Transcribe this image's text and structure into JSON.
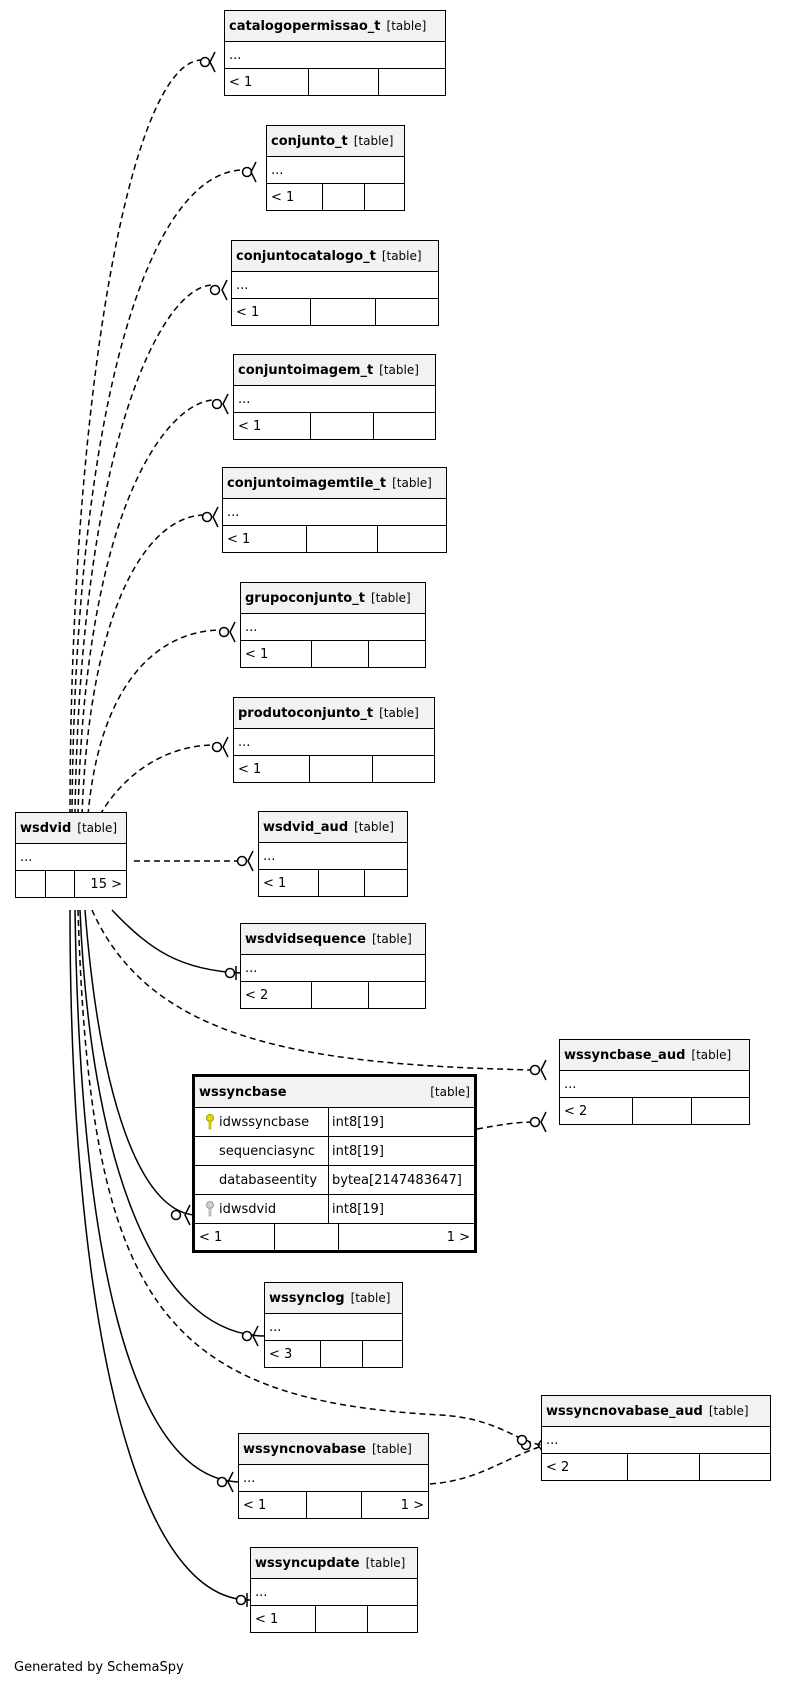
{
  "footer": "Generated by SchemaSpy",
  "type_label": "[table]",
  "ellipsis": "...",
  "tables": {
    "catalogopermissao_t": {
      "name": "catalogopermissao_t",
      "foot": [
        "< 1",
        "",
        ""
      ]
    },
    "conjunto_t": {
      "name": "conjunto_t",
      "foot": [
        "< 1",
        "",
        ""
      ]
    },
    "conjuntocatalogo_t": {
      "name": "conjuntocatalogo_t",
      "foot": [
        "< 1",
        "",
        ""
      ]
    },
    "conjuntoimagem_t": {
      "name": "conjuntoimagem_t",
      "foot": [
        "< 1",
        "",
        ""
      ]
    },
    "conjuntoimagemtile_t": {
      "name": "conjuntoimagemtile_t",
      "foot": [
        "< 1",
        "",
        ""
      ]
    },
    "grupoconjunto_t": {
      "name": "grupoconjunto_t",
      "foot": [
        "< 1",
        "",
        ""
      ]
    },
    "produtoconjunto_t": {
      "name": "produtoconjunto_t",
      "foot": [
        "< 1",
        "",
        ""
      ]
    },
    "wsdvid": {
      "name": "wsdvid",
      "foot": [
        "",
        "",
        "15 >"
      ]
    },
    "wsdvid_aud": {
      "name": "wsdvid_aud",
      "foot": [
        "< 1",
        "",
        ""
      ]
    },
    "wsdvidsequence": {
      "name": "wsdvidsequence",
      "foot": [
        "< 2",
        "",
        ""
      ]
    },
    "wssyncbase_aud": {
      "name": "wssyncbase_aud",
      "foot": [
        "< 2",
        "",
        ""
      ]
    },
    "wssynclog": {
      "name": "wssynclog",
      "foot": [
        "< 3",
        "",
        ""
      ]
    },
    "wssyncnovabase_aud": {
      "name": "wssyncnovabase_aud",
      "foot": [
        "< 2",
        "",
        ""
      ]
    },
    "wssyncnovabase": {
      "name": "wssyncnovabase",
      "foot": [
        "< 1",
        "",
        "1 >"
      ]
    },
    "wssyncupdate": {
      "name": "wssyncupdate",
      "foot": [
        "< 1",
        "",
        ""
      ]
    }
  },
  "focus": {
    "name": "wssyncbase",
    "columns": [
      {
        "name": "idwssyncbase",
        "type": "int8[19]",
        "key": "primary"
      },
      {
        "name": "sequenciasync",
        "type": "int8[19]",
        "key": ""
      },
      {
        "name": "databaseentity",
        "type": "bytea[2147483647]",
        "key": ""
      },
      {
        "name": "idwsdvid",
        "type": "int8[19]",
        "key": "foreign"
      }
    ],
    "foot": [
      "< 1",
      "",
      "1 >"
    ]
  },
  "colors": {
    "primary_key": "#e6d800",
    "foreign_key": "#9a9a9a",
    "header": "#f2f2f2"
  }
}
